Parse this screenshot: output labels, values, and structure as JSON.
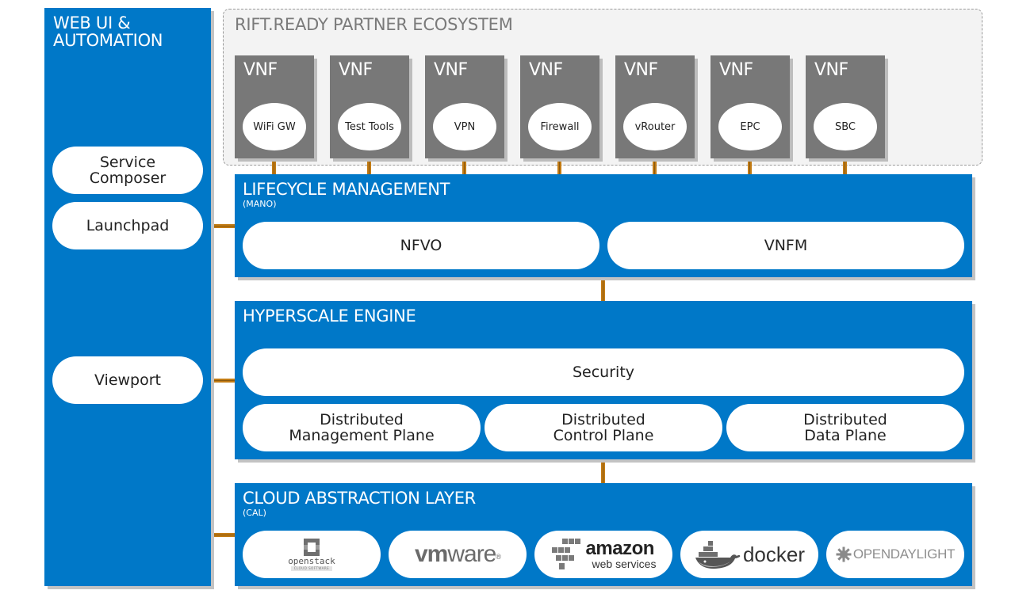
{
  "web_ui": {
    "title_line1": "WEB UI &",
    "title_line2": "AUTOMATION",
    "items": [
      {
        "line1": "Service",
        "line2": "Composer"
      },
      {
        "label": "Launchpad"
      },
      {
        "label": "Viewport"
      }
    ]
  },
  "ecosystem": {
    "title": "RIFT.READY PARTNER ECOSYSTEM",
    "vnfs": [
      {
        "tag": "VNF",
        "label": "WiFi GW"
      },
      {
        "tag": "VNF",
        "label": "Test Tools"
      },
      {
        "tag": "VNF",
        "label": "VPN"
      },
      {
        "tag": "VNF",
        "label": "Firewall"
      },
      {
        "tag": "VNF",
        "label": "vRouter"
      },
      {
        "tag": "VNF",
        "label": "EPC"
      },
      {
        "tag": "VNF",
        "label": "SBC"
      }
    ]
  },
  "lifecycle": {
    "title": "LIFECYCLE MANAGEMENT",
    "subtitle": "(MANO)",
    "items": [
      "NFVO",
      "VNFM"
    ]
  },
  "hyperscale": {
    "title": "HYPERSCALE ENGINE",
    "security": "Security",
    "planes": [
      {
        "line1": "Distributed",
        "line2": "Management Plane"
      },
      {
        "line1": "Distributed",
        "line2": "Control Plane"
      },
      {
        "line1": "Distributed",
        "line2": "Data Plane"
      }
    ]
  },
  "cal": {
    "title": "CLOUD ABSTRACTION LAYER",
    "subtitle": "(CAL)",
    "logos": {
      "openstack": {
        "name": "openstack",
        "tagline": "CLOUD SOFTWARE"
      },
      "vmware": {
        "bold": "vm",
        "rest": "ware",
        "mark": "®"
      },
      "aws": {
        "line1": "amazon",
        "line2": "web services"
      },
      "docker": {
        "name": "docker"
      },
      "opendaylight": {
        "name": "OPENDAYLIGHT"
      }
    }
  },
  "colors": {
    "panel_blue": "#0078c8",
    "vnf_gray": "#787878",
    "connector": "#c27b14",
    "ecosystem_bg": "#f3f3f3"
  }
}
